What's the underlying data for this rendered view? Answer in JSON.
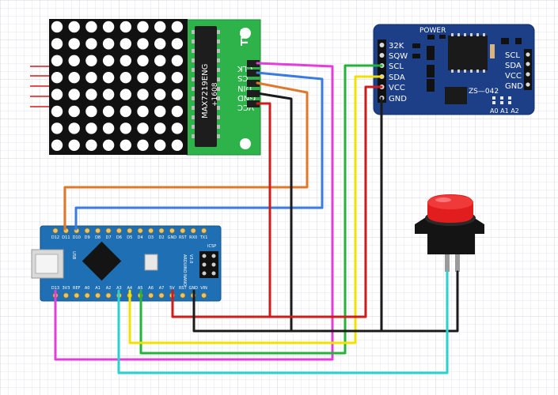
{
  "matrix_module": {
    "chip_label": "MAX7219ENG",
    "chip_sublabel": "+1608",
    "corner_mark": "TW",
    "pins": [
      "CLK",
      "CS",
      "DIN",
      "GND",
      "VCC"
    ],
    "dot_color": "#ffffff",
    "board_color": "#2db34a",
    "matrix_color": "#111111"
  },
  "rtc_module": {
    "model": "ZS—042",
    "power_label": "POWER",
    "left_pins": [
      "32K",
      "SQW",
      "SCL",
      "SDA",
      "VCC",
      "GND"
    ],
    "right_pins": [
      "SCL",
      "SDA",
      "VCC",
      "GND"
    ],
    "address_pins": "A0 A1 A2",
    "board_color": "#1c3f87"
  },
  "arduino": {
    "name": "ARDUINO NANO",
    "version": "V3.0",
    "top_pins": [
      "D12",
      "D11",
      "D10",
      "D9",
      "D8",
      "D7",
      "D6",
      "D5",
      "D4",
      "D3",
      "D2",
      "GND",
      "RST",
      "RX0",
      "TX1"
    ],
    "bottom_pins": [
      "D13",
      "3V3",
      "REF",
      "A0",
      "A1",
      "A2",
      "A3",
      "A4",
      "A5",
      "A6",
      "A7",
      "5V",
      "RST",
      "GND",
      "VIN"
    ],
    "usb_label": "USB",
    "icsp_label": "ICSP",
    "board_color": "#1e6fb3"
  },
  "button": {
    "cap_color": "#e11d1d",
    "body_color": "#141414"
  },
  "wires": [
    {
      "id": "clk",
      "color": "#e33ddb"
    },
    {
      "id": "cs",
      "color": "#3a7be0"
    },
    {
      "id": "din",
      "color": "#e0782a"
    },
    {
      "id": "gnd",
      "color": "#1a1a1a"
    },
    {
      "id": "vcc",
      "color": "#d01b1b"
    },
    {
      "id": "scl",
      "color": "#24b33a"
    },
    {
      "id": "sda",
      "color": "#f2e000"
    },
    {
      "id": "button",
      "color": "#27d2cf"
    }
  ]
}
